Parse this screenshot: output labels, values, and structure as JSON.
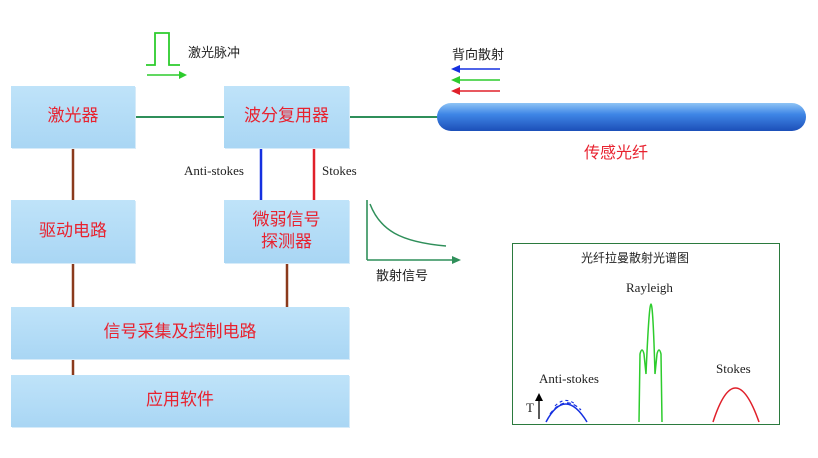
{
  "boxes": {
    "laser": "激光器",
    "wdm": "波分复用器",
    "driver": "驱动电路",
    "detector": "微弱信号\n探测器",
    "acquisition": "信号采集及控制电路",
    "software": "应用软件"
  },
  "labels": {
    "laser_pulse": "激光脉冲",
    "backscatter": "背向散射",
    "sensing_fiber": "传感光纤",
    "anti_stokes": "Anti-stokes",
    "stokes": "Stokes",
    "scatter_signal": "散射信号"
  },
  "spectrum": {
    "title": "光纤拉曼散射光谱图",
    "rayleigh": "Rayleigh",
    "anti_stokes": "Anti-stokes",
    "stokes": "Stokes",
    "temperature_symbol": "T"
  },
  "colors": {
    "box_text": "#e8222f",
    "connector_brown": "#8b3a1c",
    "connector_green": "#2f8f5a",
    "anti_stokes_line": "#1530e0",
    "stokes_line": "#e0202a",
    "rayleigh_line": "#2dcc2d",
    "fiber_blue": "#2f6fd8"
  }
}
